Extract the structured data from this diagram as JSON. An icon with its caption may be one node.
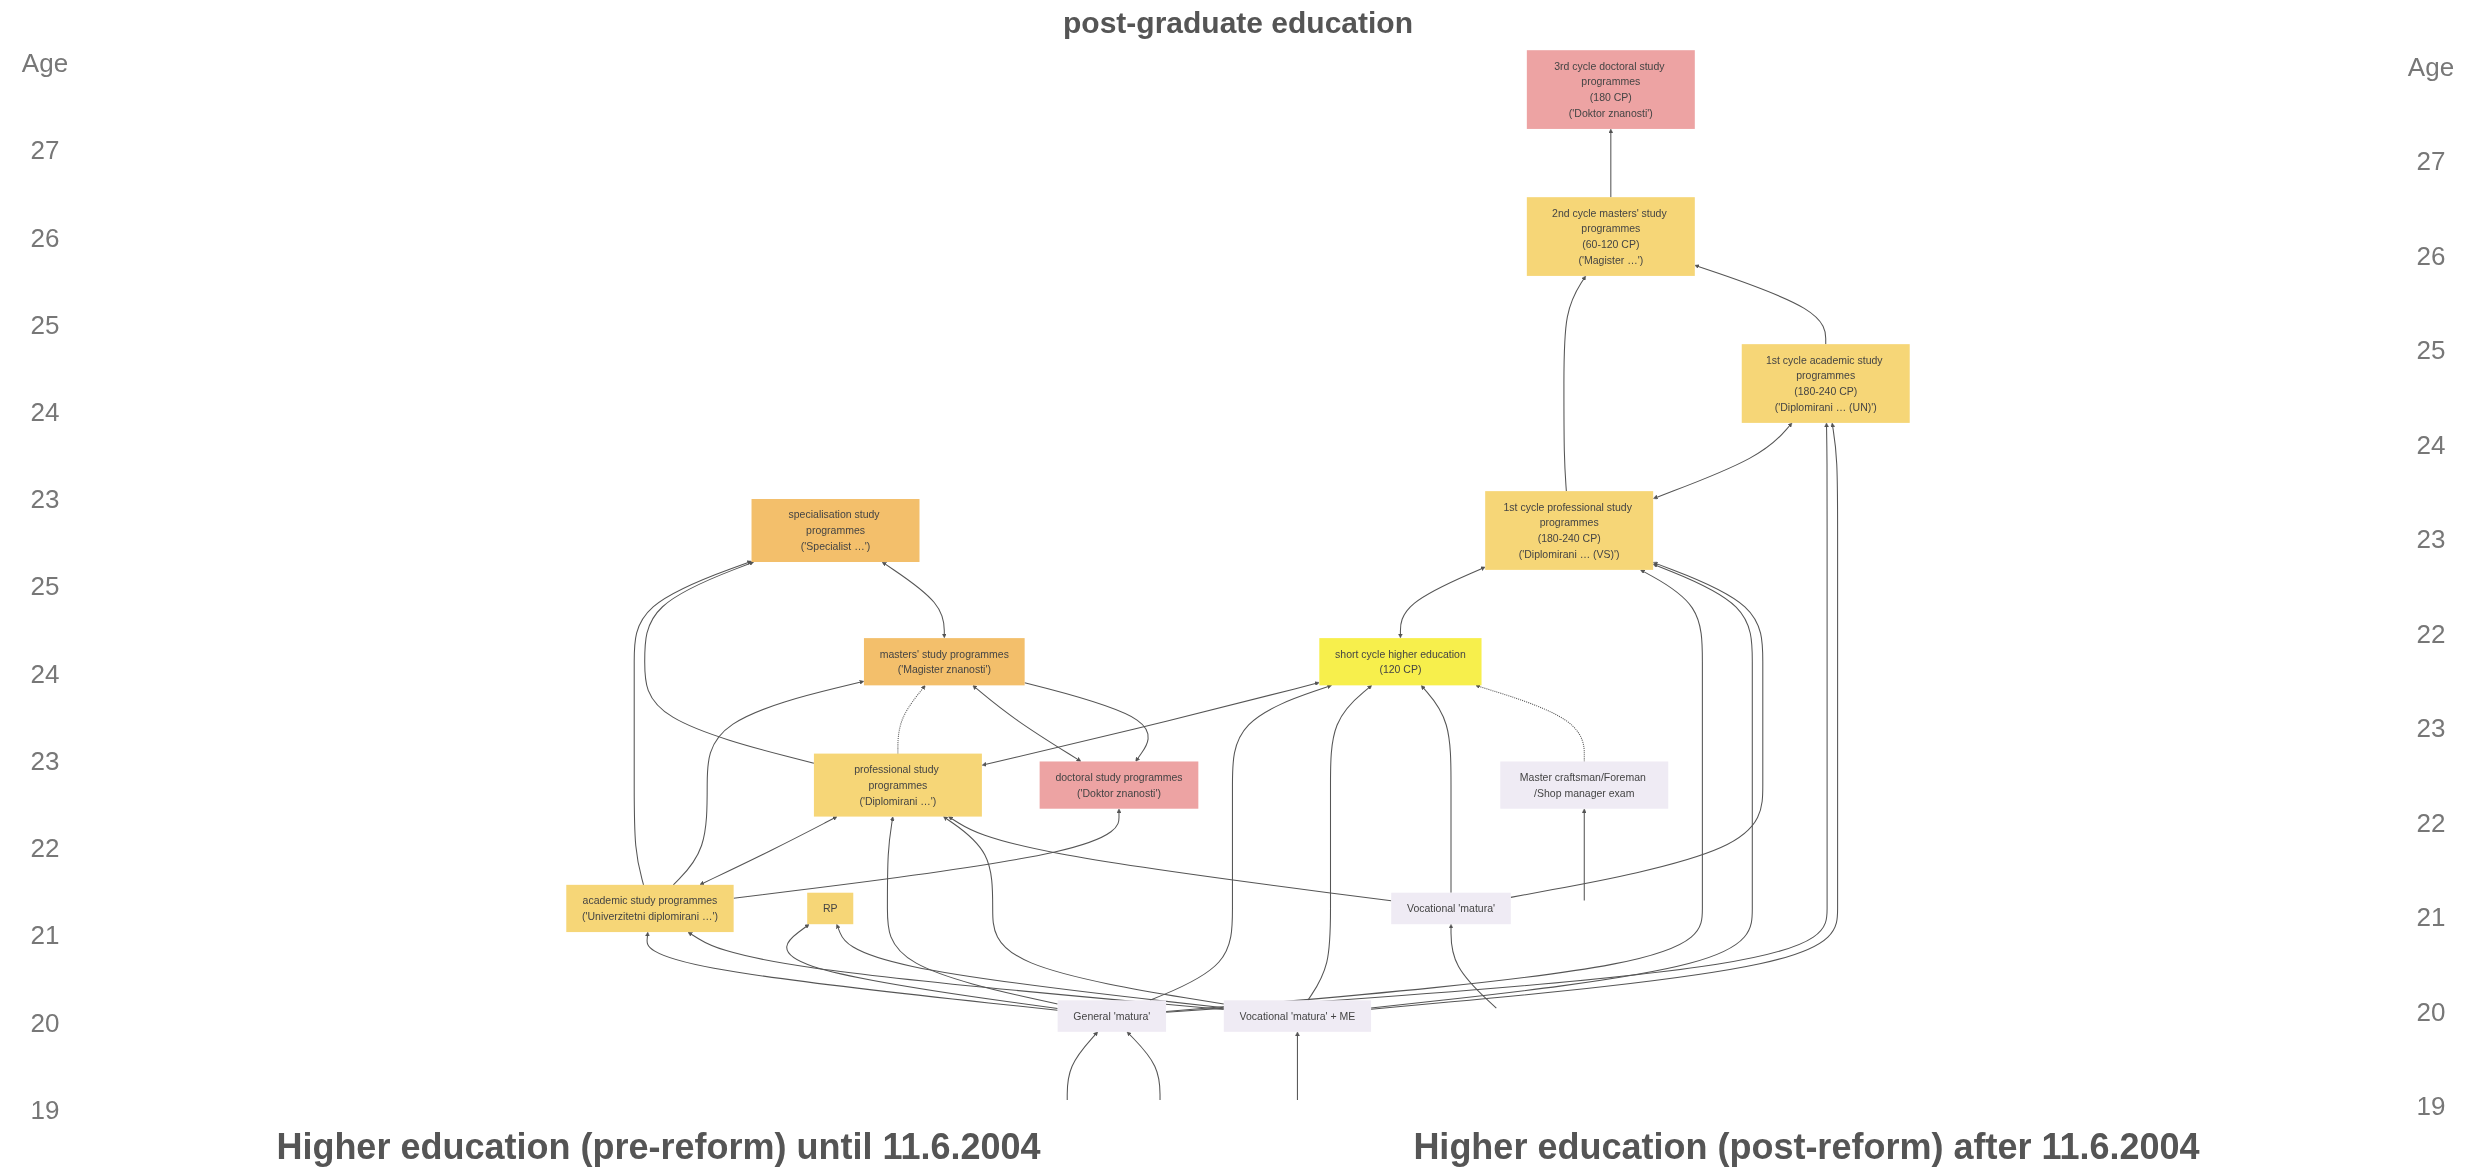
{
  "diagram": {
    "nodes": [
      {
        "text": [
          "doctoral study programmes",
          "('Doktor znanosti')"
        ]
      },
      {
        "text": [
          "masters' study programmes",
          "('Magister znanosti')"
        ]
      },
      {
        "text": [
          "specialisation study programmes",
          "('Specialist …')"
        ]
      },
      {
        "text": [
          "academic study programmes",
          "('Univerzitetni diplomirani …')"
        ]
      },
      {
        "text": [
          "professional study programmes",
          "('Diplomirani …')"
        ]
      },
      {
        "text": [
          "short cycle higher education",
          "(120 CP)"
        ]
      },
      {
        "text": [
          "3rd cycle doctoral study programmes",
          "(180 CP)",
          "('Doktor znanosti')"
        ]
      },
      {
        "text": [
          "2nd cycle masters' study programmes",
          "(60-120 CP)",
          "('Magister …')"
        ]
      },
      {
        "text": [
          "1st cycle professional study programmes",
          "(180-240 CP)",
          "('Diplomirani … (VS)')"
        ]
      },
      {
        "text": [
          "1st cycle academic study programmes",
          "(180-240 CP)",
          "('Diplomirani … (UN)')"
        ]
      },
      {
        "text": [
          "RP"
        ]
      },
      {
        "text": [
          "General 'matura'"
        ]
      },
      {
        "text": [
          "Vocational 'matura' + ME"
        ]
      },
      {
        "text": [
          "Vocational 'matura'"
        ]
      },
      {
        "text": [
          "Master craftsman/Foreman /Shop manager exam"
        ]
      }
    ],
    "edges": [
      {
        "from": 3,
        "to": 0,
        "arrow": "to"
      },
      {
        "from": 3,
        "to": 1,
        "arrow": "to"
      },
      {
        "from": 3,
        "to": 2,
        "arrow": "to"
      },
      {
        "from": 4,
        "to": 2,
        "arrow": "to"
      },
      {
        "from": 4,
        "to": 1,
        "arrow": "to",
        "style": "dashed"
      },
      {
        "from": 1,
        "to": 0,
        "arrow": "to"
      },
      {
        "from": 0,
        "to": 1,
        "arrow": "both"
      },
      {
        "from": 1,
        "to": 2,
        "arrow": "both"
      },
      {
        "from": 3,
        "to": 4,
        "arrow": "both"
      },
      {
        "from": 4,
        "to": 5,
        "arrow": "both"
      },
      {
        "from": 5,
        "to": 8,
        "arrow": "both"
      },
      {
        "from": 8,
        "to": 9,
        "arrow": "both"
      },
      {
        "from": 7,
        "to": 6,
        "arrow": "to"
      },
      {
        "from": 8,
        "to": 7,
        "arrow": "to"
      },
      {
        "from": 9,
        "to": 7,
        "arrow": "to"
      },
      {
        "from": 11,
        "to": 3,
        "arrow": "to"
      },
      {
        "from": 11,
        "to": 4,
        "arrow": "to"
      },
      {
        "from": 11,
        "to": 5,
        "arrow": "to"
      },
      {
        "from": 11,
        "to": 8,
        "arrow": "to"
      },
      {
        "from": 11,
        "to": 9,
        "arrow": "to"
      },
      {
        "from": 11,
        "to": 10,
        "arrow": "to"
      },
      {
        "from": 12,
        "to": 3,
        "arrow": "to"
      },
      {
        "from": 12,
        "to": 4,
        "arrow": "to"
      },
      {
        "from": 12,
        "to": 5,
        "arrow": "to"
      },
      {
        "from": 12,
        "to": 8,
        "arrow": "to"
      },
      {
        "from": 12,
        "to": 9,
        "arrow": "to"
      },
      {
        "from": 12,
        "to": 10,
        "arrow": "to"
      },
      {
        "from": 13,
        "to": 4,
        "arrow": "to"
      },
      {
        "from": 13,
        "to": 5,
        "arrow": "to"
      },
      {
        "from": 13,
        "to": 8,
        "arrow": "to"
      },
      {
        "from": 14,
        "to": 5,
        "arrow": "to",
        "style": "dashed"
      },
      {
        "from": null,
        "to": 11,
        "arrow": "to"
      },
      {
        "from": null,
        "to": 11,
        "arrow": "to"
      },
      {
        "from": null,
        "to": 12,
        "arrow": "to"
      },
      {
        "from": null,
        "to": 13,
        "arrow": "to"
      },
      {
        "from": null,
        "to": 14,
        "arrow": "to"
      }
    ],
    "labels": [
      "Age",
      "27",
      "26",
      "25",
      "24",
      "23",
      "25",
      "24",
      "23",
      "22",
      "21",
      "20",
      "19",
      "Age",
      "27",
      "26",
      "25",
      "24",
      "23",
      "22",
      "23",
      "22",
      "21",
      "20",
      "19",
      "post-graduate education",
      "Higher education (pre-reform) until 11.6.2004",
      "Higher education (post-reform) after 11.6.2004"
    ]
  }
}
